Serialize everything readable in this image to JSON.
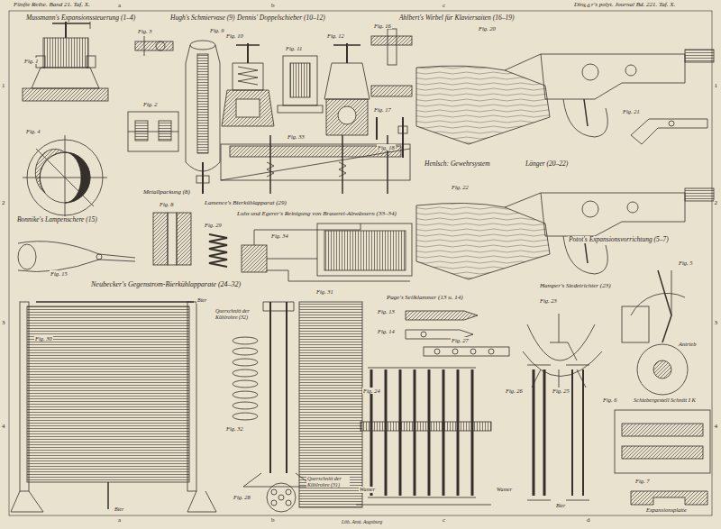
{
  "diagram": {
    "labels": [
      "Fünfte Reihe. Band 21. Taf. X.",
      "Dingler's polyt. Journal Bd. 221. Taf. X.",
      "a",
      "b",
      "c",
      "d",
      "1",
      "2",
      "3",
      "4",
      "1",
      "2",
      "3",
      "4",
      "a",
      "b",
      "c",
      "d",
      "Mussmann's Expansionssteuerung (1–4)",
      "Hugh's Schmiervase (9)",
      "Dennis' Doppelschieber (10–12)",
      "Ahlbert's Wirbel für Klaviersaiten (16–19)",
      "Fig. 1",
      "Fig. 2",
      "Fig. 3",
      "Fig. 4",
      "Fig. 9",
      "Fig. 10",
      "Fig. 11",
      "Fig. 12",
      "Fig. 16",
      "Fig. 17",
      "Fig. 18",
      "Fig. 20",
      "Fig. 21",
      "Fig. 22",
      "Henlsch: Gewehrsystem",
      "Länger (20–22)",
      "Fig. 33",
      "Lamence's Bierkühlapparat (29)",
      "Luhs und Egerer's Reinigung von Brauerei-Abwässern (33–34)",
      "Fig. 29",
      "Fig. 34",
      "Metallpackung (8)",
      "Fig. 8",
      "Bonnike's Lampenschere (15)",
      "Fig. 15",
      "Potot's Expansionsvorrichtung (5–7)",
      "Neubecker's Gegenstrom-Bierkühlapparate (24–32)",
      "Page's Seilklammer (13 u. 14)",
      "Fig. 13",
      "Fig. 14",
      "Hamper's Siedetrichter (23)",
      "Fig. 23",
      "Fig. 5",
      "Fig. 6",
      "Schiebergestell Schnitt I K",
      "Fig. 7",
      "Expansionsplatte",
      "Antrieb",
      "Fig. 27",
      "Fig. 24",
      "Fig. 26",
      "Fig. 25",
      "Fig. 30",
      "Fig. 31",
      "Fig. 32",
      "Fig. 28",
      "Querschnitt der Kühlrohre (32)",
      "Querschnitt der Kühlrohre (31)",
      "Bier",
      "Bier",
      "Wasser",
      "Wasser",
      "Bier",
      "Lith. Anst. Augsburg"
    ]
  }
}
